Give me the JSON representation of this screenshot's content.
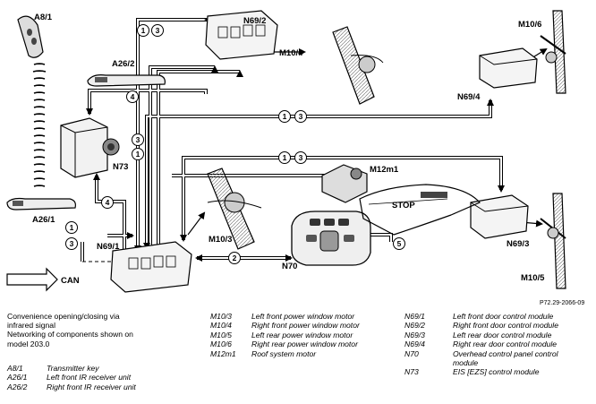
{
  "figure_ref": "P72.29-2066-09",
  "components": {
    "a8_1": "A8/1",
    "a26_2": "A26/2",
    "a26_1": "A26/1",
    "n69_2": "N69/2",
    "n69_4": "N69/4",
    "n69_1": "N69/1",
    "n69_3": "N69/3",
    "n73": "N73",
    "n70": "N70",
    "m10_4": "M10/4",
    "m10_6": "M10/6",
    "m10_3": "M10/3",
    "m10_5": "M10/5",
    "m12m1": "M12m1",
    "stop": "STOP",
    "can": "CAN"
  },
  "signal_numbers": [
    "1",
    "3",
    "4",
    "2",
    "5"
  ],
  "caption": {
    "line1": "Convenience opening/closing via",
    "line2": "infrared signal",
    "line3": "Networking of components shown on",
    "line4": "model 203.0"
  },
  "legend_col1": [
    {
      "code": "A8/1",
      "desc": "Transmitter key"
    },
    {
      "code": "A26/1",
      "desc": "Left front IR receiver unit"
    },
    {
      "code": "A26/2",
      "desc": "Right front IR receiver unit"
    }
  ],
  "legend_col2": [
    {
      "code": "M10/3",
      "desc": "Left front power window motor"
    },
    {
      "code": "M10/4",
      "desc": "Right front power window motor"
    },
    {
      "code": "M10/5",
      "desc": "Left rear power window motor"
    },
    {
      "code": "M10/6",
      "desc": "Right rear power window motor"
    },
    {
      "code": "M12m1",
      "desc": "Roof system motor"
    }
  ],
  "legend_col3": [
    {
      "code": "N69/1",
      "desc": "Left front door control module"
    },
    {
      "code": "N69/2",
      "desc": "Right front door control module"
    },
    {
      "code": "N69/3",
      "desc": "Left rear door control module"
    },
    {
      "code": "N69/4",
      "desc": "Right rear door control module"
    },
    {
      "code": "N70",
      "desc": "Overhead control panel control module"
    },
    {
      "code": "N73",
      "desc": "EIS [EZS] control module"
    }
  ]
}
